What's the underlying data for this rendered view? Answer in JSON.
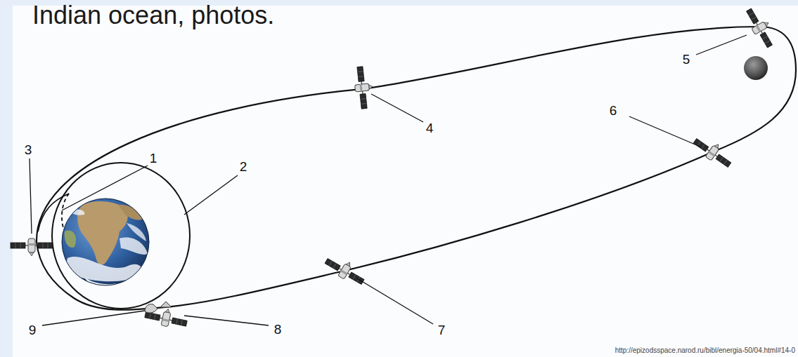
{
  "diagram": {
    "labels": [
      "Indian ocean, photos.",
      "3",
      "1",
      "2",
      "5",
      "4",
      "6",
      "9",
      "8",
      "7",
      "http://epizodsspace.narod.ru/bibl/energia-50/04.html#14-0"
    ]
  }
}
